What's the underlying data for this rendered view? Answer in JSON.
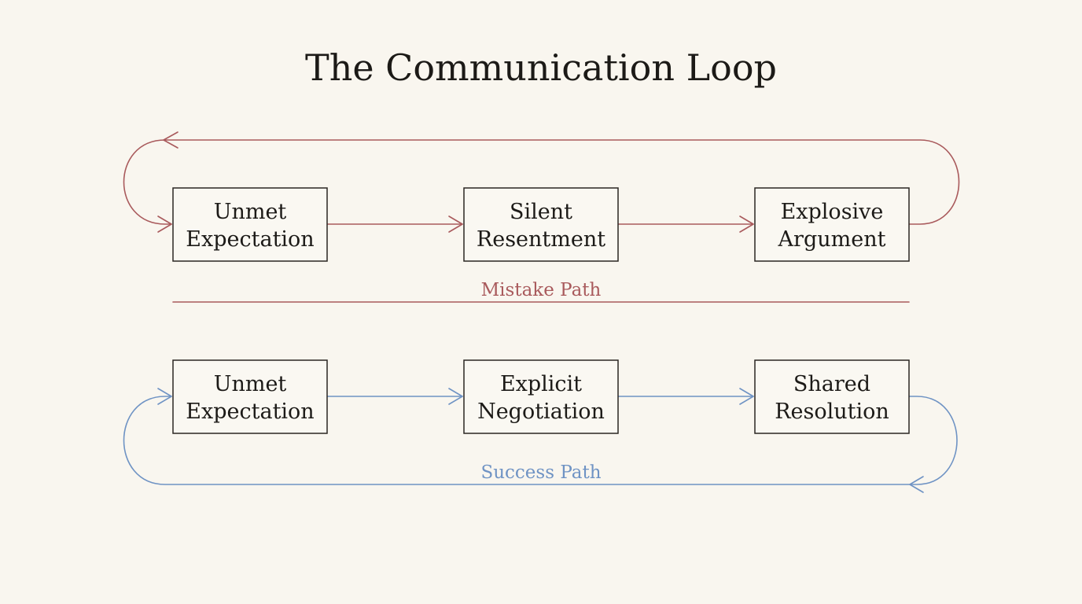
{
  "title": "The Communication Loop",
  "colors": {
    "background": "#f9f6ef",
    "mistake": "#a95a5c",
    "success": "#6f93c4",
    "node_border": "#2a2622",
    "text": "#1c1a17"
  },
  "mistake_path": {
    "label": "Mistake Path",
    "nodes": [
      {
        "line1": "Unmet",
        "line2": "Expectation"
      },
      {
        "line1": "Silent",
        "line2": "Resentment"
      },
      {
        "line1": "Explosive",
        "line2": "Argument"
      }
    ]
  },
  "success_path": {
    "label": "Success Path",
    "nodes": [
      {
        "line1": "Unmet",
        "line2": "Expectation"
      },
      {
        "line1": "Explicit",
        "line2": "Negotiation"
      },
      {
        "line1": "Shared",
        "line2": "Resolution"
      }
    ]
  }
}
